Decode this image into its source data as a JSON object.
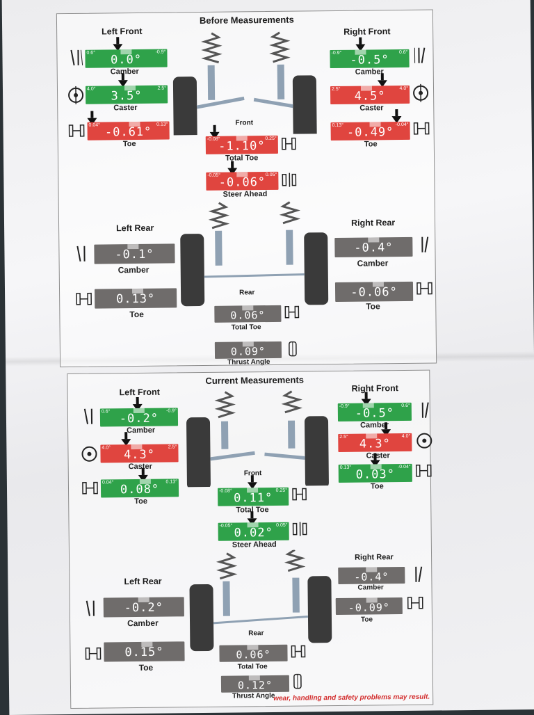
{
  "before": {
    "title": "Before Measurements",
    "front_label": "Front",
    "rear_label": "Rear",
    "left_front": {
      "title": "Left Front",
      "camber": {
        "label": "Camber",
        "value": "0.0°",
        "min": "0.6°",
        "max": "-0.9°",
        "status": "green"
      },
      "caster": {
        "label": "Caster",
        "value": "3.5°",
        "min": "4.0°",
        "max": "2.5°",
        "status": "green"
      },
      "toe": {
        "label": "Toe",
        "value": "-0.61°",
        "min": "0.04°",
        "max": "0.13°",
        "status": "red"
      }
    },
    "right_front": {
      "title": "Right Front",
      "camber": {
        "label": "Camber",
        "value": "-0.5°",
        "min": "-0.9°",
        "max": "0.6°",
        "status": "green"
      },
      "caster": {
        "label": "Caster",
        "value": "4.5°",
        "min": "2.5°",
        "max": "4.0°",
        "status": "red"
      },
      "toe": {
        "label": "Toe",
        "value": "-0.49°",
        "min": "0.13°",
        "max": "-0.04°",
        "status": "red"
      }
    },
    "total_toe_front": {
      "label": "Total Toe",
      "value": "-1.10°",
      "min": "-0.08°",
      "max": "0.25°",
      "status": "red"
    },
    "steer_ahead": {
      "label": "Steer Ahead",
      "value": "-0.06°",
      "min": "-0.05°",
      "max": "0.05°",
      "status": "red"
    },
    "left_rear": {
      "title": "Left Rear",
      "camber": {
        "label": "Camber",
        "value": "-0.1°",
        "status": "gray"
      },
      "toe": {
        "label": "Toe",
        "value": "0.13°",
        "status": "gray"
      }
    },
    "right_rear": {
      "title": "Right Rear",
      "camber": {
        "label": "Camber",
        "value": "-0.4°",
        "status": "gray"
      },
      "toe": {
        "label": "Toe",
        "value": "-0.06°",
        "status": "gray"
      }
    },
    "total_toe_rear": {
      "label": "Total Toe",
      "value": "0.06°",
      "status": "gray"
    },
    "thrust_angle": {
      "label": "Thrust Angle",
      "value": "0.09°",
      "status": "gray"
    }
  },
  "current": {
    "title": "Current Measurements",
    "front_label": "Front",
    "rear_label": "Rear",
    "left_front": {
      "title": "Left Front",
      "camber": {
        "label": "Camber",
        "value": "-0.2°",
        "min": "0.6°",
        "max": "-0.9°",
        "status": "green"
      },
      "caster": {
        "label": "Caster",
        "value": "4.3°",
        "min": "4.0°",
        "max": "2.5°",
        "status": "red"
      },
      "toe": {
        "label": "Toe",
        "value": "0.08°",
        "min": "0.04°",
        "max": "0.13°",
        "status": "green"
      }
    },
    "right_front": {
      "title": "Right Front",
      "camber": {
        "label": "Camber",
        "value": "-0.5°",
        "min": "-0.9°",
        "max": "0.6°",
        "status": "green"
      },
      "caster": {
        "label": "Caster",
        "value": "4.3°",
        "min": "2.5°",
        "max": "4.0°",
        "status": "red"
      },
      "toe": {
        "label": "Toe",
        "value": "0.03°",
        "min": "0.13°",
        "max": "-0.04°",
        "status": "green"
      }
    },
    "total_toe_front": {
      "label": "Total Toe",
      "value": "0.11°",
      "min": "-0.08°",
      "max": "0.25°",
      "status": "green"
    },
    "steer_ahead": {
      "label": "Steer Ahead",
      "value": "0.02°",
      "min": "-0.05°",
      "max": "0.05°",
      "status": "green"
    },
    "left_rear": {
      "title": "Left Rear",
      "camber": {
        "label": "Camber",
        "value": "-0.2°",
        "status": "gray"
      },
      "toe": {
        "label": "Toe",
        "value": "0.15°",
        "status": "gray"
      }
    },
    "right_rear": {
      "title": "Right Rear",
      "camber": {
        "label": "Camber",
        "value": "-0.4°",
        "status": "gray"
      },
      "toe": {
        "label": "Toe",
        "value": "-0.09°",
        "status": "gray"
      }
    },
    "total_toe_rear": {
      "label": "Total Toe",
      "value": "0.06°",
      "status": "gray"
    },
    "thrust_angle": {
      "label": "Thrust Angle",
      "value": "0.12°",
      "status": "gray"
    }
  },
  "footer": {
    "warning_text": "wear, handling and safety problems may result."
  },
  "colors": {
    "in_spec": "#2fa24a",
    "out_of_spec": "#e0453f",
    "no_spec": "#6f6c6b"
  },
  "icons": [
    "camber-icon",
    "caster-icon",
    "toe-icon",
    "total-toe-icon",
    "steer-ahead-icon",
    "thrust-angle-icon",
    "suspension-strut-icon",
    "tire-icon"
  ]
}
